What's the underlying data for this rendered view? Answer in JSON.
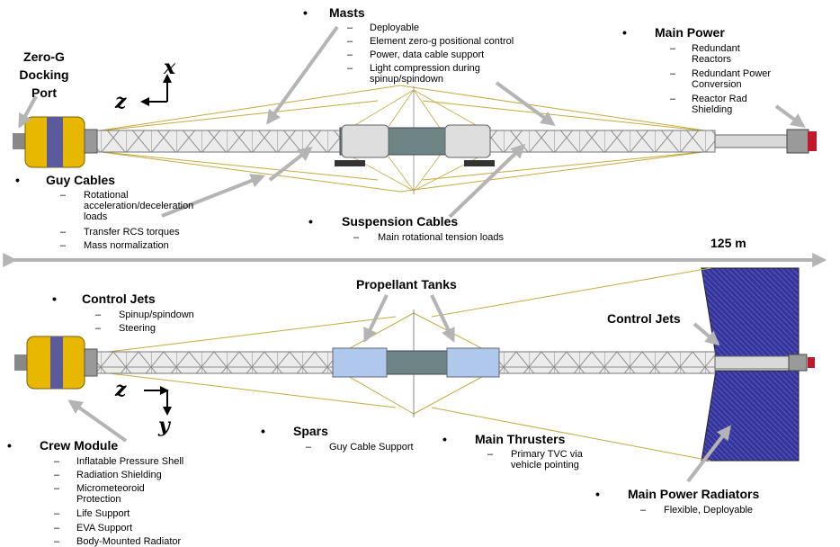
{
  "masts": {
    "title": "Masts",
    "items": [
      "Deployable",
      "Element zero-g positional control",
      "Power, data cable support",
      "Light compression during spinup/spindown"
    ]
  },
  "main_power": {
    "title": "Main Power",
    "items": [
      "Redundant Reactors",
      "Redundant Power Conversion",
      "Reactor Rad Shielding"
    ]
  },
  "docking_port": {
    "title": "Zero-G Docking Port"
  },
  "guy_cables": {
    "title": "Guy Cables",
    "items": [
      "Rotational acceleration/deceleration loads",
      "Transfer RCS torques",
      "Mass normalization"
    ]
  },
  "suspension_cables": {
    "title": "Suspension Cables",
    "items": [
      "Main rotational tension loads"
    ]
  },
  "length": {
    "label": "125 m"
  },
  "control_jets_left": {
    "title": "Control Jets",
    "items": [
      "Spinup/spindown",
      "Steering"
    ]
  },
  "propellant_tanks": {
    "title": "Propellant Tanks"
  },
  "control_jets_right": {
    "title": "Control Jets"
  },
  "crew_module": {
    "title": "Crew Module",
    "items": [
      "Inflatable Pressure Shell",
      "Radiation Shielding",
      "Micrometeoroid Protection",
      "Life Support",
      "EVA Support",
      "Body-Mounted Radiator"
    ]
  },
  "spars": {
    "title": "Spars",
    "items": [
      "Guy Cable Support"
    ]
  },
  "main_thrusters": {
    "title": "Main Thrusters",
    "items": [
      "Primary TVC via vehicle pointing"
    ]
  },
  "radiators": {
    "title": "Main Power Radiators",
    "items": [
      "Flexible, Deployable"
    ]
  },
  "axes": {
    "top": {
      "horizontal": "z",
      "vertical": "x"
    },
    "bottom": {
      "horizontal": "z",
      "vertical": "y"
    }
  },
  "colors": {
    "module_yellow": "#e8b800",
    "module_band": "#5a5a9c",
    "truss": "#9a9a9a",
    "cable": "#c8a93c",
    "radiator": "#3a3a9a",
    "tank_blue": "#b0c8ec",
    "arrow": "#b4b4b4"
  }
}
